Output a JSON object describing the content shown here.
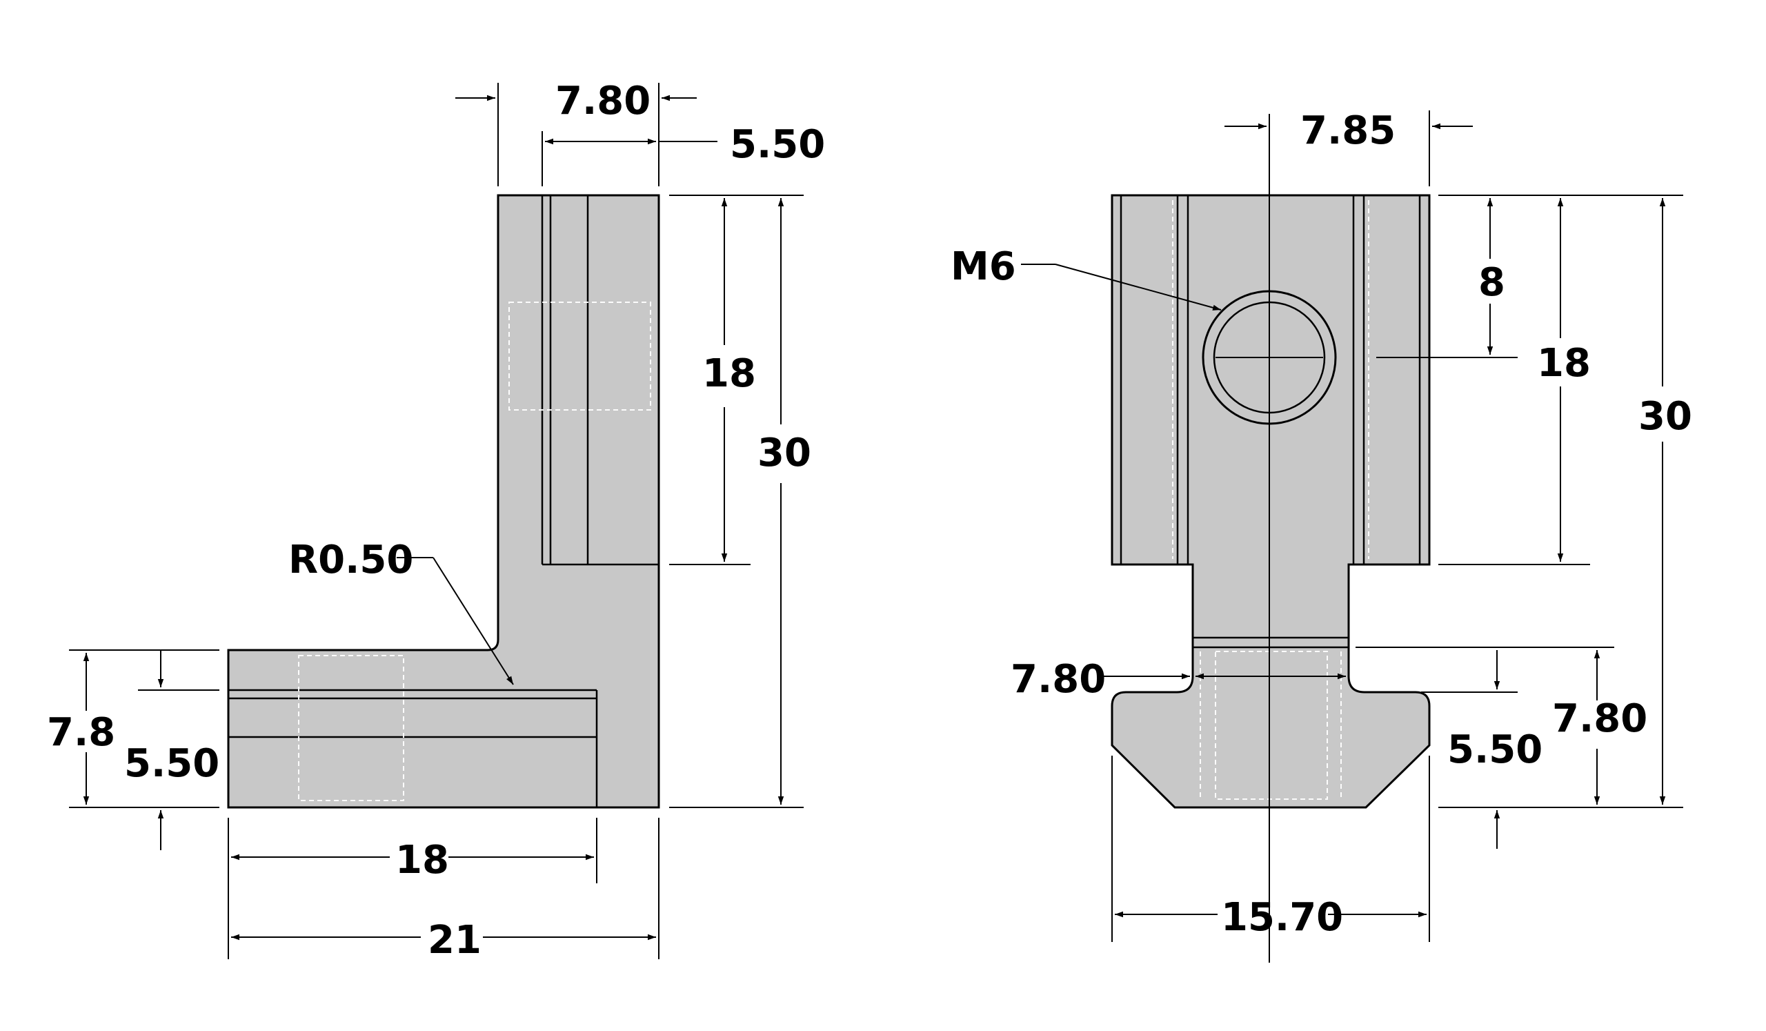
{
  "side_view": {
    "dims": {
      "top_width": "7.80",
      "top_slot": "5.50",
      "upper_height": "18",
      "total_height": "30",
      "radius": "R0.50",
      "left_height": "7.8",
      "left_inner": "5.50",
      "bottom_inner": "18",
      "bottom_total": "21"
    }
  },
  "front_view": {
    "dims": {
      "top_width": "7.85",
      "thread": "M6",
      "hole_height": "8",
      "upper_height": "18",
      "total_height": "30",
      "neck_width": "7.80",
      "foot_height": "5.50",
      "foot_total": "7.80",
      "bottom_width": "15.70"
    }
  },
  "colors": {
    "part_fill": "#c8c8c8",
    "line": "#000000"
  }
}
